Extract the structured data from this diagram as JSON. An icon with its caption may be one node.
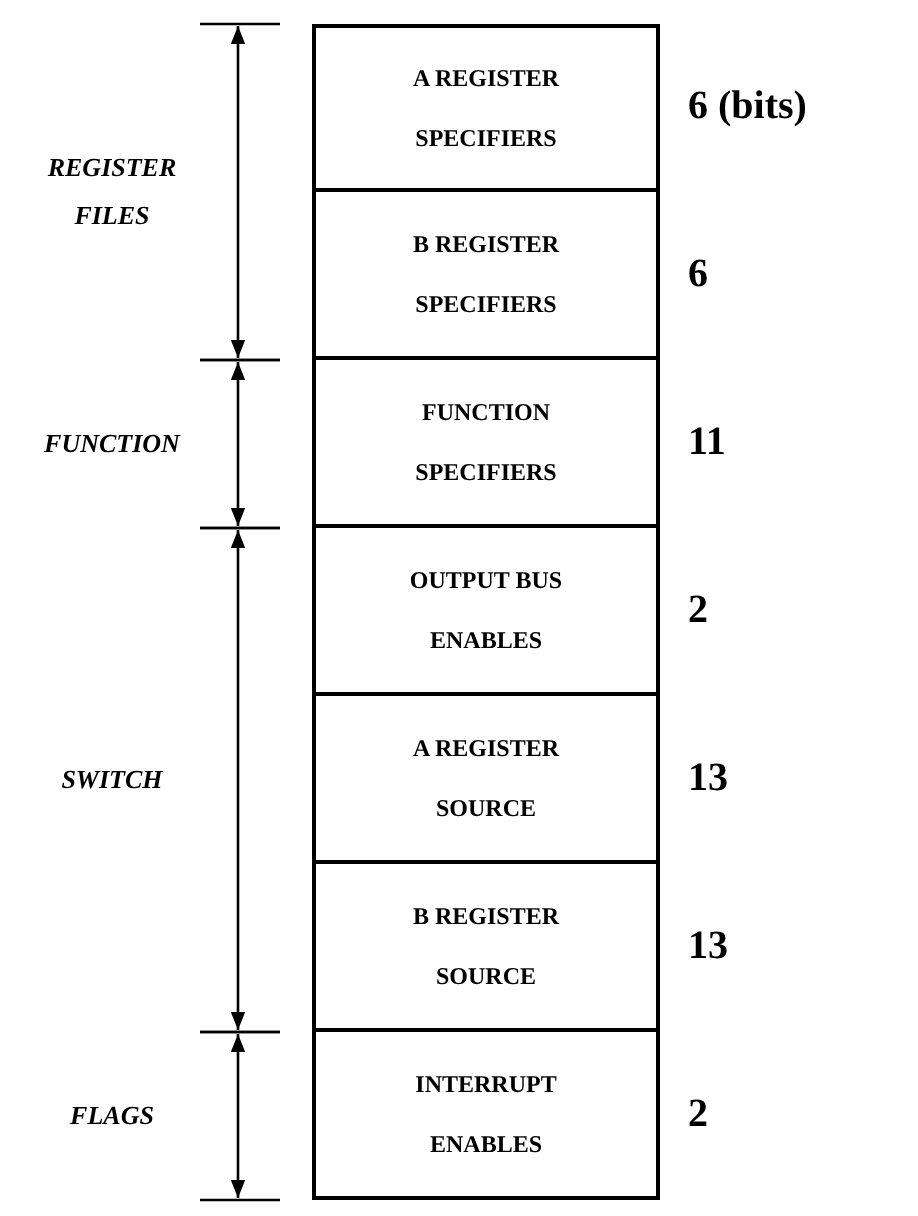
{
  "diagram": {
    "nodes": [
      {
        "text": [
          "A REGISTER SPECIFIERS"
        ],
        "beside": [
          "6 (bits)"
        ]
      },
      {
        "text": [
          "B REGISTER SPECIFIERS"
        ],
        "beside": [
          "6"
        ]
      },
      {
        "text": [
          "FUNCTION SPECIFIERS"
        ],
        "beside": [
          "11"
        ]
      },
      {
        "text": [
          "OUTPUT BUS ENABLES"
        ],
        "beside": [
          "2"
        ]
      },
      {
        "text": [
          "A REGISTER SOURCE"
        ],
        "beside": [
          "13"
        ]
      },
      {
        "text": [
          "B REGISTER SOURCE"
        ],
        "beside": [
          "13"
        ]
      },
      {
        "text": [
          "INTERRUPT ENABLES"
        ],
        "beside": [
          "2"
        ]
      }
    ],
    "labels": [
      "REGISTER FILES",
      "FUNCTION",
      "SWITCH",
      "FLAGS"
    ]
  }
}
